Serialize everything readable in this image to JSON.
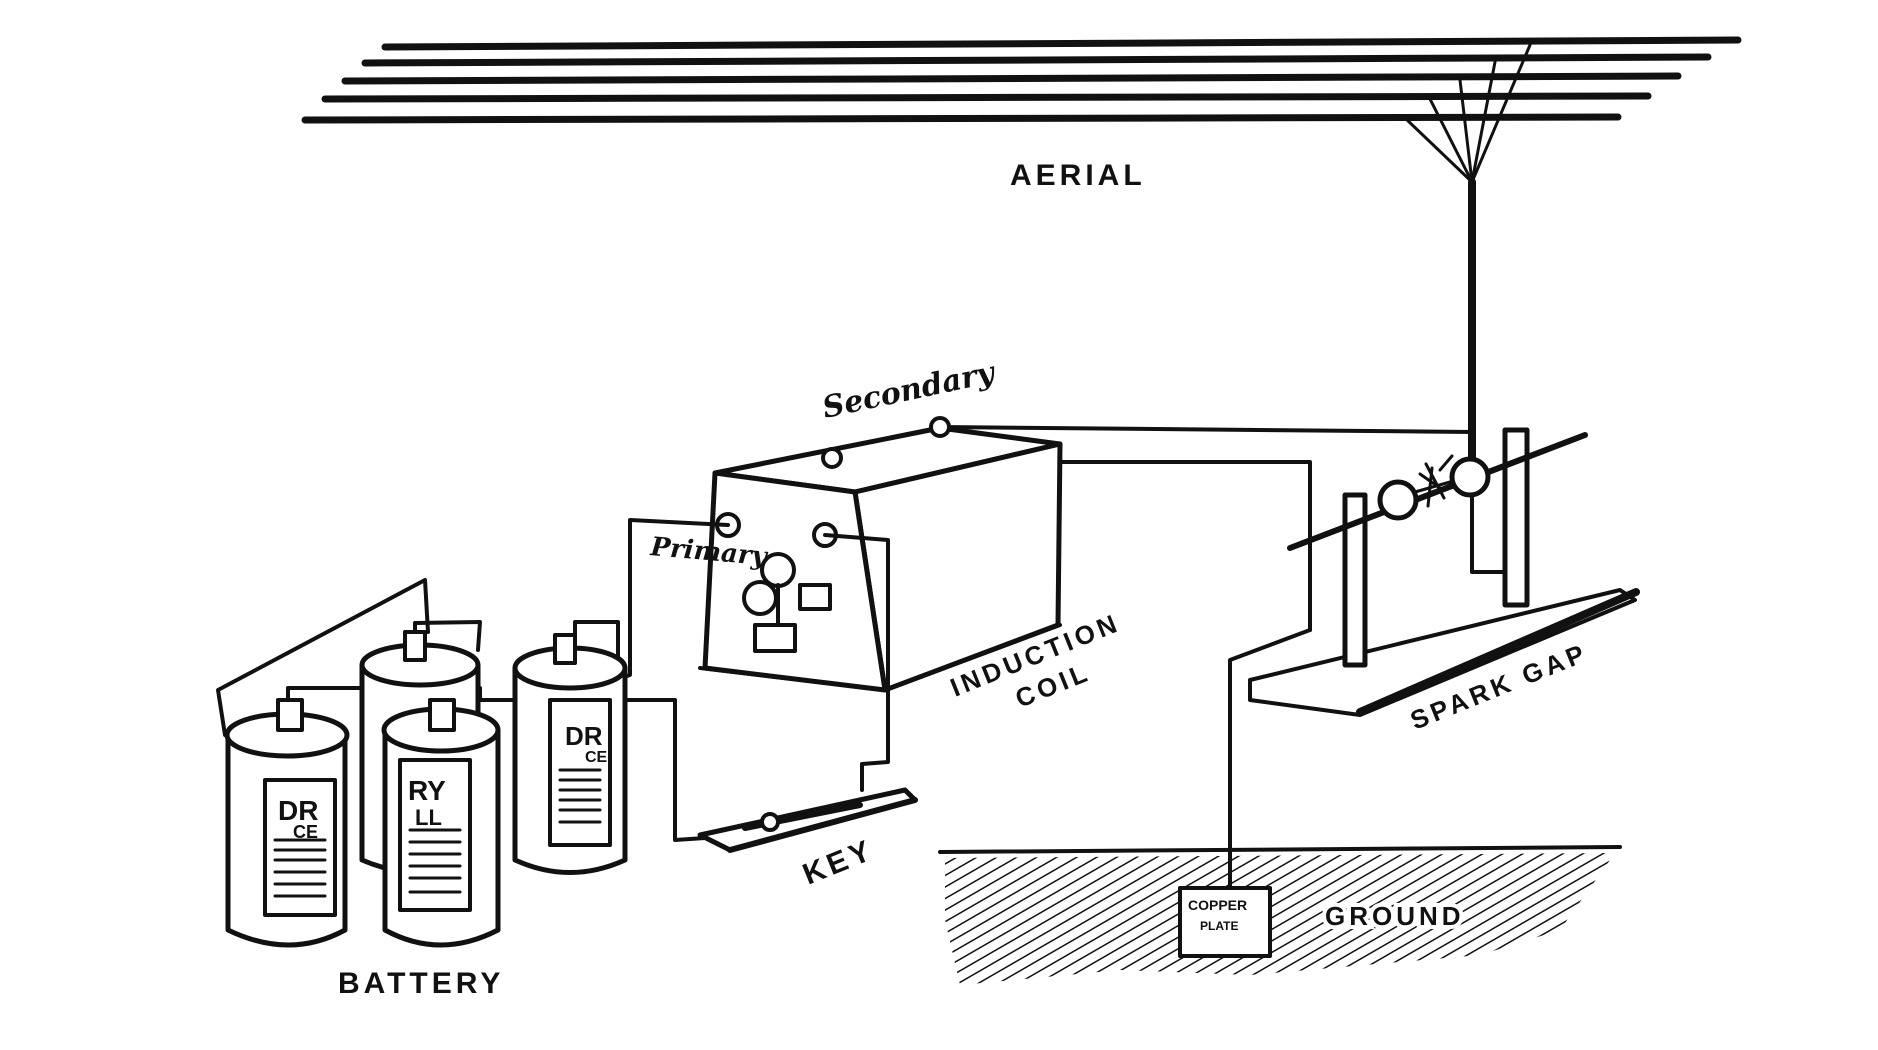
{
  "diagram": {
    "labels": {
      "aerial": "AERIAL",
      "secondary": "Secondary",
      "primary": "Primary",
      "induction": "INDUCTION",
      "coil": "COIL",
      "spark_gap": "SPARK GAP",
      "key": "KEY",
      "battery": "BATTERY",
      "ground": "GROUND",
      "copper": "COPPER",
      "plate": "PLATE"
    },
    "cell_labels": {
      "cell1_line1": "DR",
      "cell1_line2": "CE",
      "cell2_line1": "RY",
      "cell2_line2": "LL",
      "cell4_line1": "DR",
      "cell4_line2": "CE"
    },
    "colors": {
      "ink": "#111111",
      "paper": "#ffffff"
    }
  }
}
